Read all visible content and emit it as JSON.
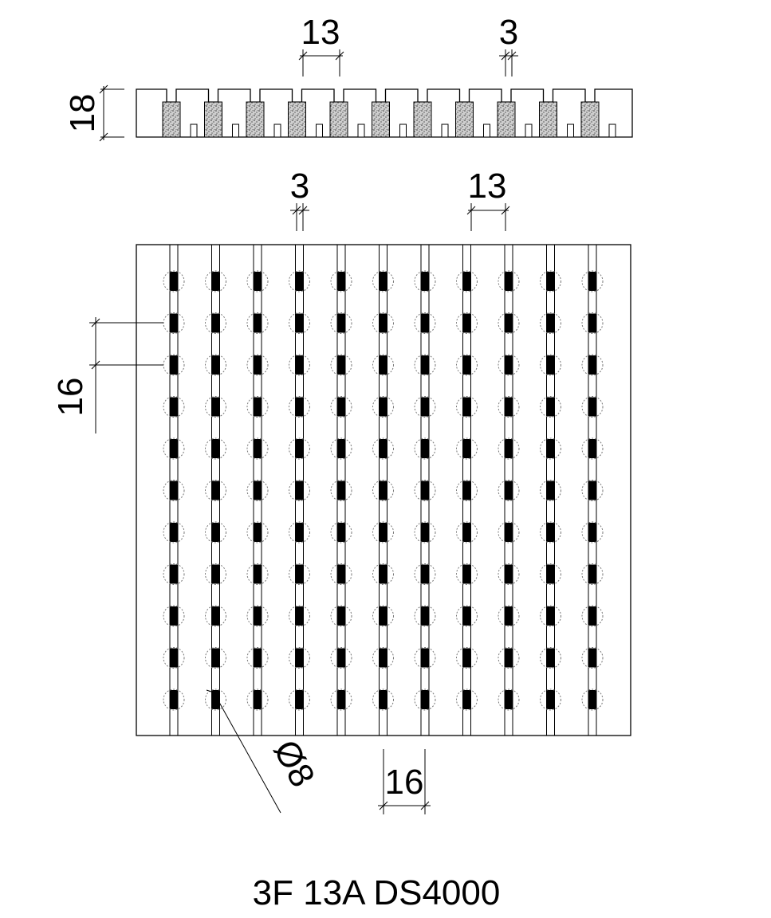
{
  "section_view": {
    "height_label": "18",
    "pitch_label": "13",
    "gap_label": "3",
    "bars": 11
  },
  "plan_view": {
    "gap_label": "3",
    "pitch_label": "13",
    "row_pitch_label": "16",
    "col_pitch_label": "16",
    "hole_label": "Ø8",
    "bars": 11,
    "rows": 11
  },
  "product_code": "3F 13A DS4000",
  "colors": {
    "ink": "#000000",
    "background": "#ffffff"
  }
}
